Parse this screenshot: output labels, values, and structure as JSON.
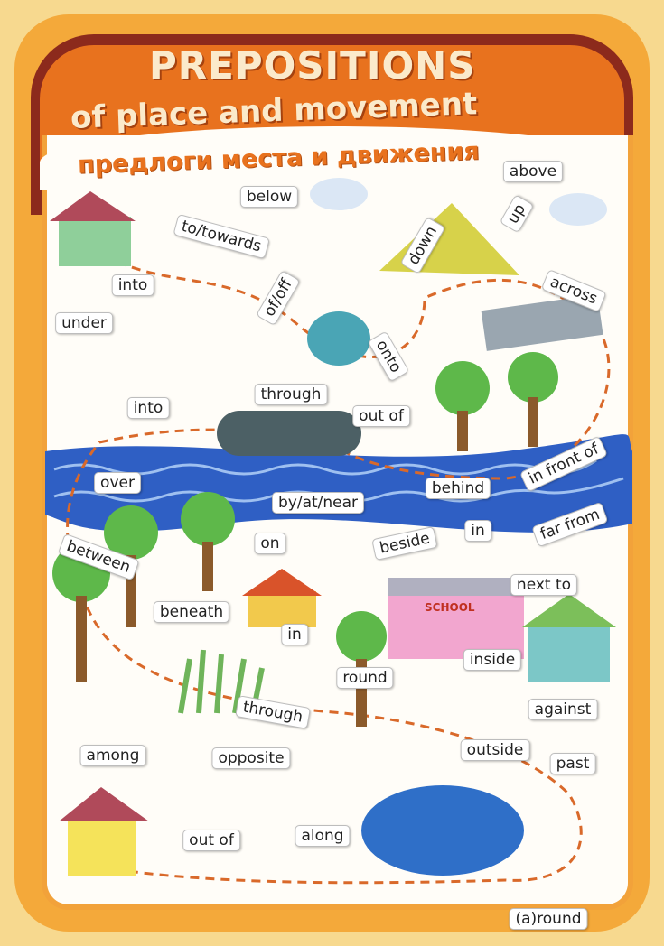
{
  "title": {
    "line1": "PREPOSITIONS",
    "line2": "of place and movement",
    "line3": "предлоги места и движения"
  },
  "labels": {
    "above": "above",
    "below": "below",
    "to_towards": "to/towards",
    "into_1": "into",
    "up": "up",
    "down": "down",
    "of_off": "of/off",
    "across": "across",
    "under": "under",
    "onto": "onto",
    "through_1": "through",
    "into_2": "into",
    "out_of_1": "out of",
    "over": "over",
    "behind": "behind",
    "in_front_of": "in front of",
    "by_at_near": "by/at/near",
    "on": "on",
    "beside": "beside",
    "in_1": "in",
    "far_from": "far from",
    "between": "between",
    "beneath": "beneath",
    "in_2": "in",
    "next_to": "next to",
    "inside": "inside",
    "round": "round",
    "through_2": "through",
    "against": "against",
    "among": "among",
    "opposite": "opposite",
    "outside": "outside",
    "past": "past",
    "out_of_2": "out of",
    "along": "along",
    "around": "(a)round"
  },
  "school_sign": "SCHOOL",
  "colors": {
    "orange": "#e8721e",
    "frame": "#f4a93a",
    "band": "#8c2a1c",
    "river": "#2f5fc4",
    "path": "#d9692a"
  }
}
